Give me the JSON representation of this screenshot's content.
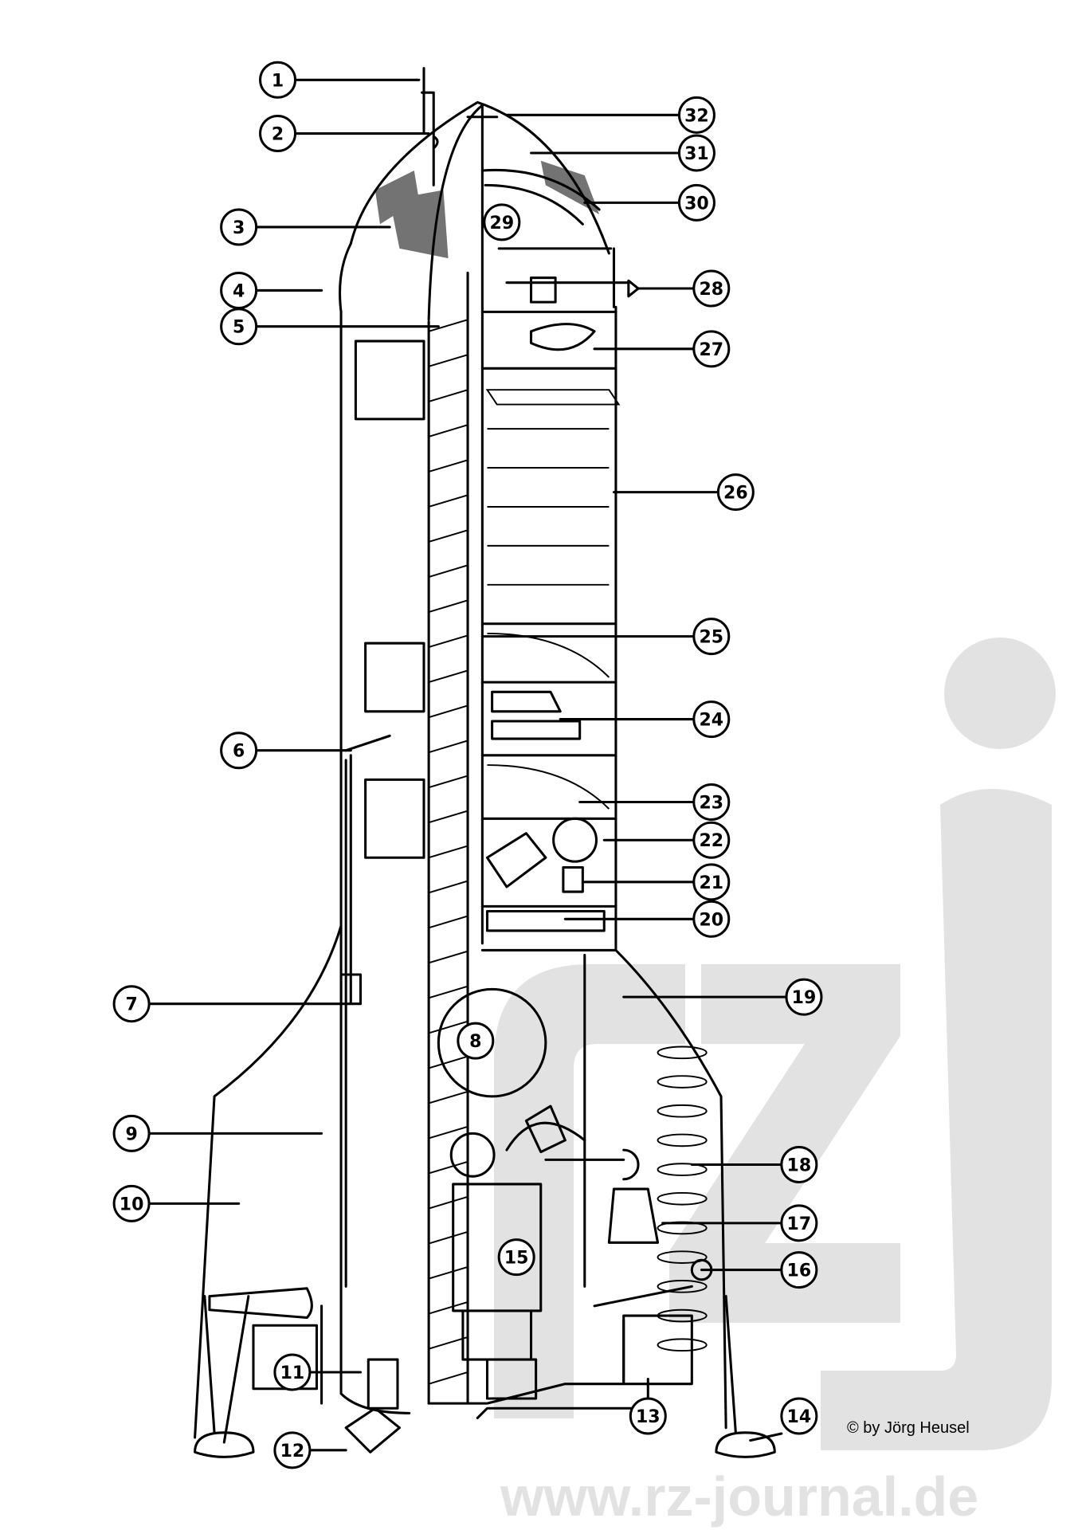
{
  "diagram": {
    "callouts": [
      "1",
      "2",
      "3",
      "4",
      "5",
      "6",
      "7",
      "9",
      "10",
      "11",
      "12",
      "13",
      "14",
      "16",
      "17",
      "18",
      "19",
      "20",
      "21",
      "22",
      "23",
      "24",
      "25",
      "26",
      "27",
      "28",
      "30",
      "31",
      "32"
    ],
    "inline_labels": [
      "8",
      "15",
      "29"
    ]
  },
  "watermark": {
    "logo_text": "rz",
    "url": "www.rz-journal.de"
  },
  "copyright": "© by Jörg Heusel",
  "colors": {
    "line": "#000000",
    "watermark": "#e2e2e2"
  }
}
